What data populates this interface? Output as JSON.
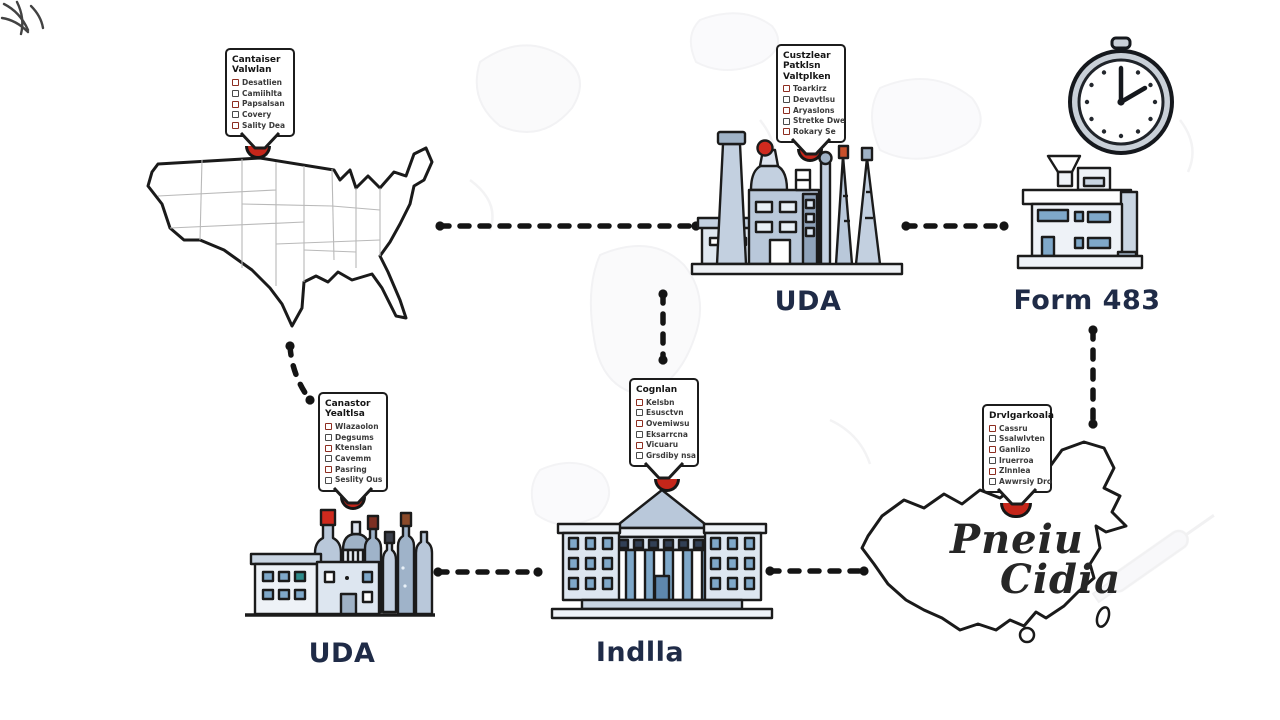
{
  "diagram_title": "UDA inspection flow infographic",
  "labels": {
    "factory_top": "UDA",
    "form_483": "Form 483",
    "factory_bottom": "UDA",
    "india": "Indlla",
    "china_script_line1": "Pneiu",
    "china_script_line2": "Cidia"
  },
  "callouts": {
    "usa": {
      "title_line1": "Cantaiser",
      "title_line2": "Valwlan",
      "items": [
        "Desatlien",
        "Camiihlta",
        "Papsalsan",
        "Covery",
        "Sality Dea"
      ]
    },
    "factory_top": {
      "title_line1": "Custzlear",
      "title_line2": "Patklsn",
      "title_line3": "Valtplken",
      "items": [
        "Toarkirz",
        "Devavtlsu",
        "Aryaslons",
        "Stretke Dwe",
        "Rokary Se"
      ]
    },
    "factory_bottom": {
      "title_line1": "Canastor",
      "title_line2": "Yealtlsa",
      "items": [
        "Wlazaolon",
        "Degsums",
        "Ktenslan",
        "Cavemm",
        "Pasring",
        "Seslity Ous"
      ]
    },
    "india": {
      "title_line1": "Cognlan",
      "items": [
        "Kelsbn",
        "Esusctvn",
        "Ovemiwsu",
        "Eksarrcna",
        "Vicuaru",
        "Grsdiby nsa"
      ]
    },
    "china": {
      "title_line1": "Drvlgarkoala",
      "items": [
        "Cassru",
        "Ssalwlvten",
        "Ganlizo",
        "Iruerroa",
        "Zlnnlea",
        "Awwrsiy Dro"
      ]
    }
  },
  "icons": {
    "usa_map": "usa-map-icon",
    "china_map": "china-map-icon",
    "factory_top": "chemical-plant-icon",
    "factory_bottom": "bottling-plant-icon",
    "india_building": "government-building-icon",
    "form483_building": "office-building-icon",
    "clock": "clock-icon",
    "marker": "location-marker-icon",
    "checkbox": "checkbox-icon"
  },
  "colors": {
    "accent_red": "#c5261a",
    "steel_blue": "#b9c8da",
    "pale_blue": "#dde6f0",
    "window_blue": "#7fa8c9",
    "navy_label": "#1f2b47",
    "outline": "#1a1a1a",
    "connector": "#141414"
  },
  "clock_time": "2:00"
}
